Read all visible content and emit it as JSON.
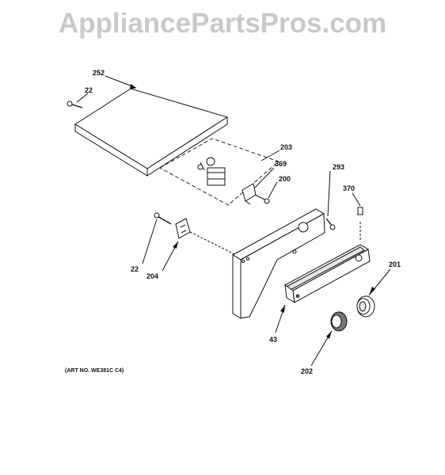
{
  "watermark": "AppliancePartsPros.com",
  "art_number": "(ART NO. WE381C C4)",
  "callouts": {
    "c252": "252",
    "c22_top": "22",
    "c203": "203",
    "c369": "369",
    "c200": "200",
    "c293": "293",
    "c370": "370",
    "c201": "201",
    "c22_bottom": "22",
    "c204": "204",
    "c43": "43",
    "c202": "202"
  }
}
